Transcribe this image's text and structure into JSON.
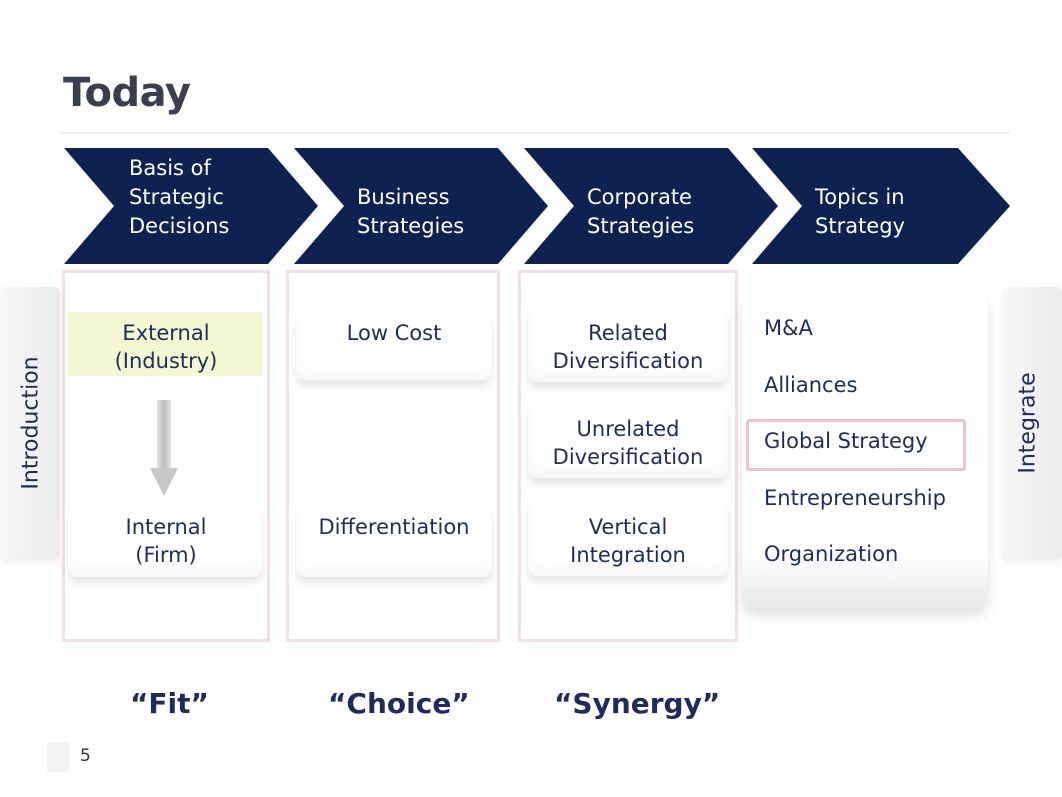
{
  "slide": {
    "title": "Today",
    "page_number": "5"
  },
  "chevrons": [
    {
      "label": "Basis of Strategic Decisions"
    },
    {
      "label": "Business Strategies"
    },
    {
      "label": "Corporate Strategies"
    },
    {
      "label": "Topics in Strategy"
    }
  ],
  "sides": {
    "left": "Introduction",
    "right": "Integrate"
  },
  "basis": {
    "top": "External (Industry)",
    "bottom": "Internal (Firm)"
  },
  "business": {
    "top": "Low Cost",
    "bottom": "Differentiation"
  },
  "corporate": {
    "items": [
      "Related Diversification",
      "Unrelated Diversification",
      "Vertical Integration"
    ]
  },
  "topics": {
    "items": [
      "M&A",
      "Alliances",
      "Global Strategy",
      "Entrepreneurship",
      "Organization"
    ],
    "highlighted": "Global Strategy"
  },
  "bottom_labels": [
    "“Fit”",
    "“Choice”",
    "“Synergy”"
  ],
  "colors": {
    "chevron_fill": "#0f2150",
    "text_navy": "#1f2b5a",
    "highlight_yellow": "#f4f8d2",
    "frame_pink": "#f4dfe2"
  }
}
